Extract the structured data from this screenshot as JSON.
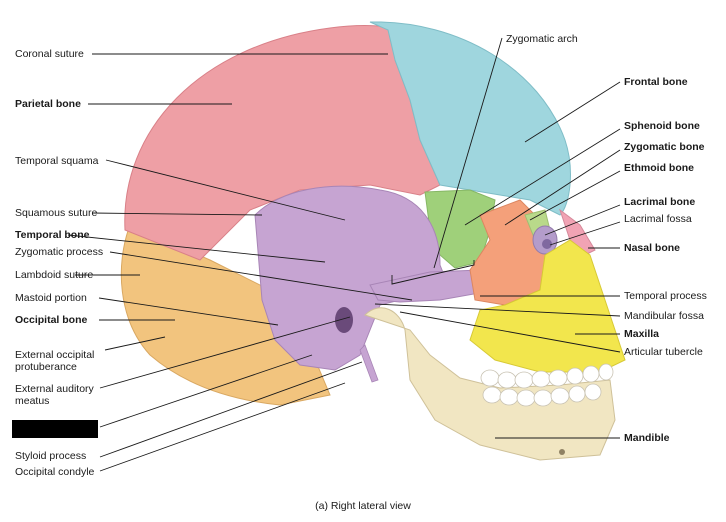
{
  "labels": {
    "coronal_suture": "Coronal suture",
    "parietal_bone": "Parietal bone",
    "temporal_squama": "Temporal squama",
    "squamous_suture": "Squamous suture",
    "temporal_bone": "Temporal bone",
    "zygomatic_process": "Zygomatic process",
    "lambdoid_suture": "Lambdoid suture",
    "mastoid_portion": "Mastoid portion",
    "occipital_bone": "Occipital bone",
    "external_occipital_protuberance": "External occipital protuberance",
    "external_auditory_meatus": "External auditory meatus",
    "styloid_process": "Styloid process",
    "occipital_condyle": "Occipital condyle",
    "zygomatic_arch": "Zygomatic arch",
    "frontal_bone": "Frontal bone",
    "sphenoid_bone": "Sphenoid bone",
    "zygomatic_bone": "Zygomatic bone",
    "ethmoid_bone": "Ethmoid bone",
    "lacrimal_bone": "Lacrimal bone",
    "lacrimal_fossa": "Lacrimal fossa",
    "nasal_bone": "Nasal bone",
    "temporal_process": "Temporal process",
    "mandibular_fossa": "Mandibular fossa",
    "maxilla": "Maxilla",
    "articular_tubercle": "Articular tubercle",
    "mandible": "Mandible"
  },
  "caption": "(a) Right lateral view",
  "colors": {
    "parietal": "#ee9fa5",
    "frontal": "#9fd6de",
    "temporal": "#c6a4d2",
    "occipital": "#f2c47e",
    "sphenoid": "#9fd07a",
    "zygomatic": "#f4a07a",
    "ethmoid": "#b9d98a",
    "lacrimal": "#b49ccb",
    "nasal": "#f1a3b4",
    "maxilla": "#f2e64d",
    "mandible": "#f1e6c2",
    "leader": "#1a1a1a"
  }
}
